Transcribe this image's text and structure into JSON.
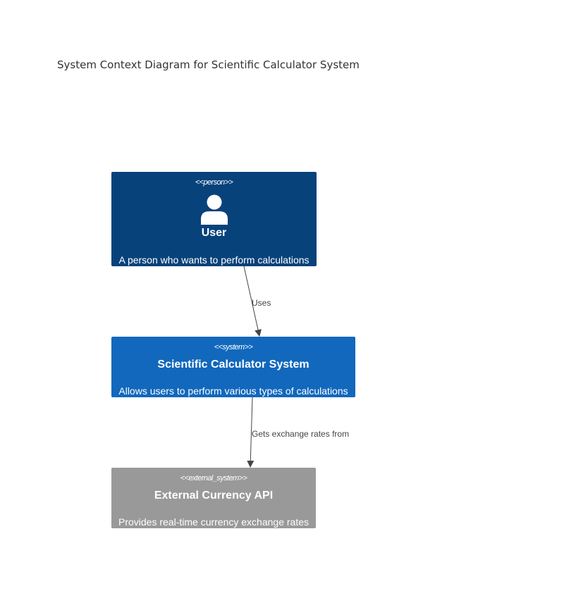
{
  "diagram": {
    "title": "System Context Diagram for Scientific Calculator System",
    "nodes": {
      "person": {
        "stereotype": "<<person>>",
        "name": "User",
        "description": "A person who wants to perform calculations",
        "icon": "person-icon",
        "color": "#08427b"
      },
      "system": {
        "stereotype": "<<system>>",
        "name": "Scientific Calculator System",
        "description": "Allows users to perform various types of calculations",
        "color": "#1168bd"
      },
      "external": {
        "stereotype": "<<external_system>>",
        "name": "External Currency API",
        "description": "Provides real-time currency exchange rates",
        "color": "#999999"
      }
    },
    "relations": [
      {
        "from": "User",
        "to": "Scientific Calculator System",
        "label": "Uses"
      },
      {
        "from": "Scientific Calculator System",
        "to": "External Currency API",
        "label": "Gets exchange rates from"
      }
    ]
  }
}
